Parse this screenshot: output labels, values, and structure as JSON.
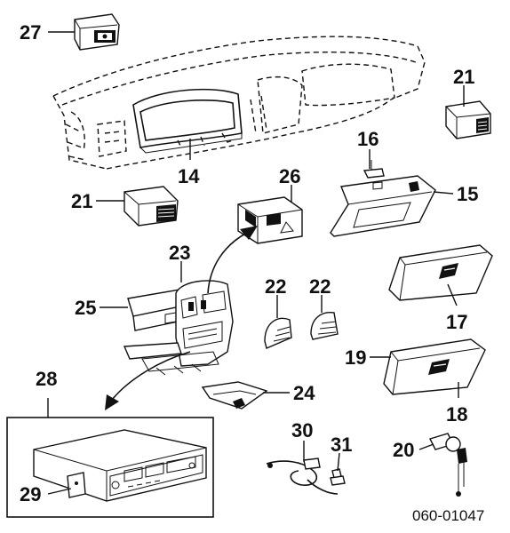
{
  "diagram": {
    "callouts": {
      "c27": "27",
      "c21a": "21",
      "c14": "14",
      "c16": "16",
      "c15": "15",
      "c21b": "21",
      "c26": "26",
      "c23": "23",
      "c25": "25",
      "c22a": "22",
      "c22b": "22",
      "c17": "17",
      "c19": "19",
      "c18": "18",
      "c28": "28",
      "c24": "24",
      "c30": "30",
      "c31": "31",
      "c20": "20",
      "c29": "29"
    },
    "figure_code": "060-01047"
  }
}
